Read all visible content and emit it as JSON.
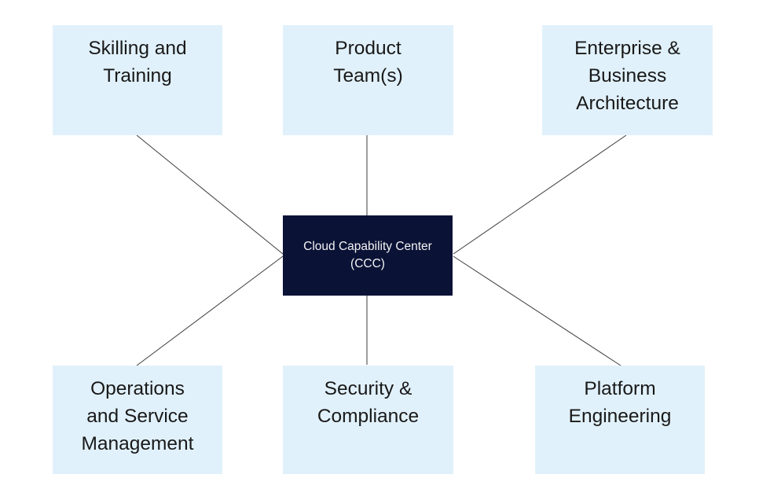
{
  "center_node": {
    "label": "Cloud Capability Center\n(CCC)"
  },
  "nodes": [
    {
      "id": "skilling-and-training",
      "label": "Skilling and\nTraining"
    },
    {
      "id": "product-teams",
      "label": "Product\nTeam(s)"
    },
    {
      "id": "enterprise-business-architecture",
      "label": "Enterprise &\nBusiness\nArchitecture"
    },
    {
      "id": "operations-and-service-management",
      "label": "Operations\nand Service\nManagement"
    },
    {
      "id": "security-and-compliance",
      "label": "Security &\nCompliance"
    },
    {
      "id": "platform-engineering",
      "label": "Platform\nEngineering"
    }
  ],
  "colors": {
    "background": "#ffffff",
    "node_fill": "#e1f1fb",
    "node_text": "#191919",
    "center_fill": "#0a1236",
    "center_text": "#f4f4f4",
    "connector": "#3c3c3c"
  }
}
